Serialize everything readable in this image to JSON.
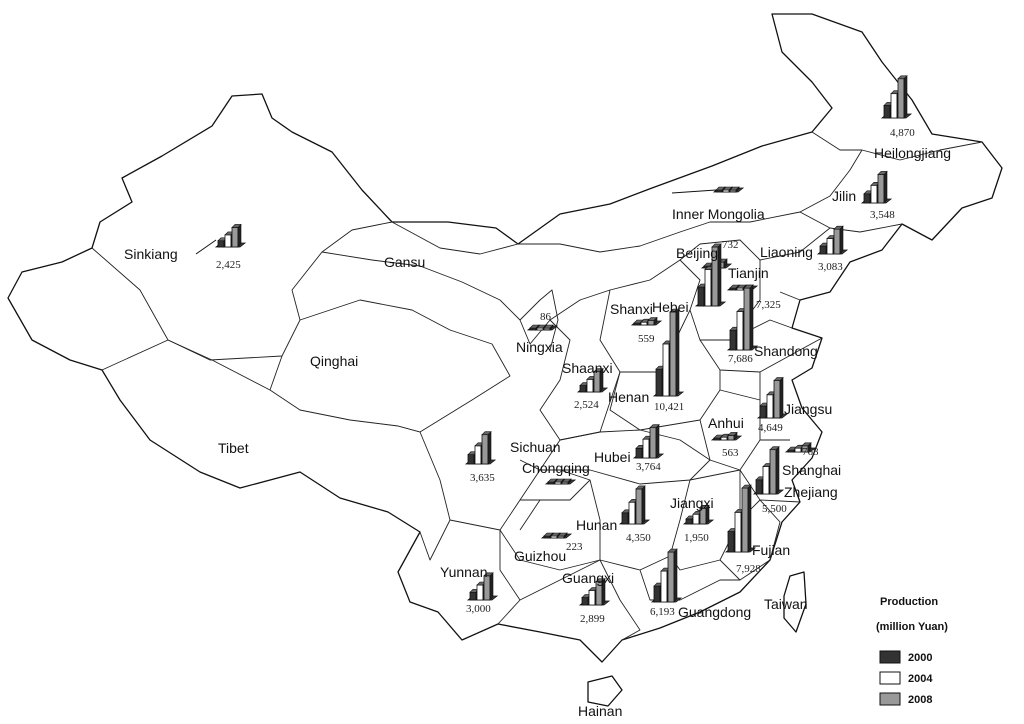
{
  "legend": {
    "title": "Production",
    "unit": "(million Yuan)",
    "series": [
      {
        "name": "2000",
        "color": "#333333"
      },
      {
        "name": "2004",
        "color": "#ffffff"
      },
      {
        "name": "2008",
        "color": "#999999"
      }
    ]
  },
  "regions": [
    {
      "id": "heilongjiang",
      "label": "Heilongjiang",
      "value": "4,870",
      "amount": 4870
    },
    {
      "id": "jilin",
      "label": "Jilin",
      "value": "3,548",
      "amount": 3548
    },
    {
      "id": "liaoning",
      "label": "Liaoning",
      "value": "3,083",
      "amount": 3083
    },
    {
      "id": "inner-mongolia",
      "label": "Inner Mongolia",
      "value": "",
      "amount": 0
    },
    {
      "id": "beijing",
      "label": "Beijing",
      "value": "732",
      "amount": 732
    },
    {
      "id": "tianjin",
      "label": "Tianjin",
      "value": "",
      "amount": 0
    },
    {
      "id": "hebei",
      "label": "Hebei",
      "value": "7,325",
      "amount": 7325
    },
    {
      "id": "shanxi",
      "label": "Shanxi",
      "value": "559",
      "amount": 559
    },
    {
      "id": "ningxia",
      "label": "Ningxia",
      "value": "86",
      "amount": 86
    },
    {
      "id": "gansu",
      "label": "Gansu",
      "value": "",
      "amount": 0
    },
    {
      "id": "sinkiang",
      "label": "Sinkiang",
      "value": "2,425",
      "amount": 2425
    },
    {
      "id": "qinghai",
      "label": "Qinghai",
      "value": "",
      "amount": 0
    },
    {
      "id": "tibet",
      "label": "Tibet",
      "value": "",
      "amount": 0
    },
    {
      "id": "shaanxi",
      "label": "Shaanxi",
      "value": "2,524",
      "amount": 2524
    },
    {
      "id": "henan",
      "label": "Henan",
      "value": "10,421",
      "amount": 10421
    },
    {
      "id": "shandong",
      "label": "Shandong",
      "value": "7,686",
      "amount": 7686
    },
    {
      "id": "jiangsu",
      "label": "Jiangsu",
      "value": "4,649",
      "amount": 4649
    },
    {
      "id": "anhui",
      "label": "Anhui",
      "value": "563",
      "amount": 563
    },
    {
      "id": "shanghai",
      "label": "Shanghai",
      "value": "768",
      "amount": 768
    },
    {
      "id": "zhejiang",
      "label": "Zhejiang",
      "value": "5,500",
      "amount": 5500
    },
    {
      "id": "sichuan",
      "label": "Sichuan",
      "value": "3,635",
      "amount": 3635
    },
    {
      "id": "chongqing",
      "label": "Chongqing",
      "value": "",
      "amount": 0
    },
    {
      "id": "hubei",
      "label": "Hubei",
      "value": "3,764",
      "amount": 3764
    },
    {
      "id": "hunan",
      "label": "Hunan",
      "value": "4,350",
      "amount": 4350
    },
    {
      "id": "jiangxi",
      "label": "Jiangxi",
      "value": "1,950",
      "amount": 1950
    },
    {
      "id": "fujian",
      "label": "Fujian",
      "value": "7,928",
      "amount": 7928
    },
    {
      "id": "guizhou",
      "label": "Guizhou",
      "value": "223",
      "amount": 223
    },
    {
      "id": "yunnan",
      "label": "Yunnan",
      "value": "3,000",
      "amount": 3000
    },
    {
      "id": "guangxi",
      "label": "Guangxi",
      "value": "2,899",
      "amount": 2899
    },
    {
      "id": "guangdong",
      "label": "Guangdong",
      "value": "6,193",
      "amount": 6193
    },
    {
      "id": "taiwan",
      "label": "Taiwan",
      "value": "",
      "amount": 0
    },
    {
      "id": "hainan",
      "label": "Hainan",
      "value": "",
      "amount": 0
    }
  ]
}
